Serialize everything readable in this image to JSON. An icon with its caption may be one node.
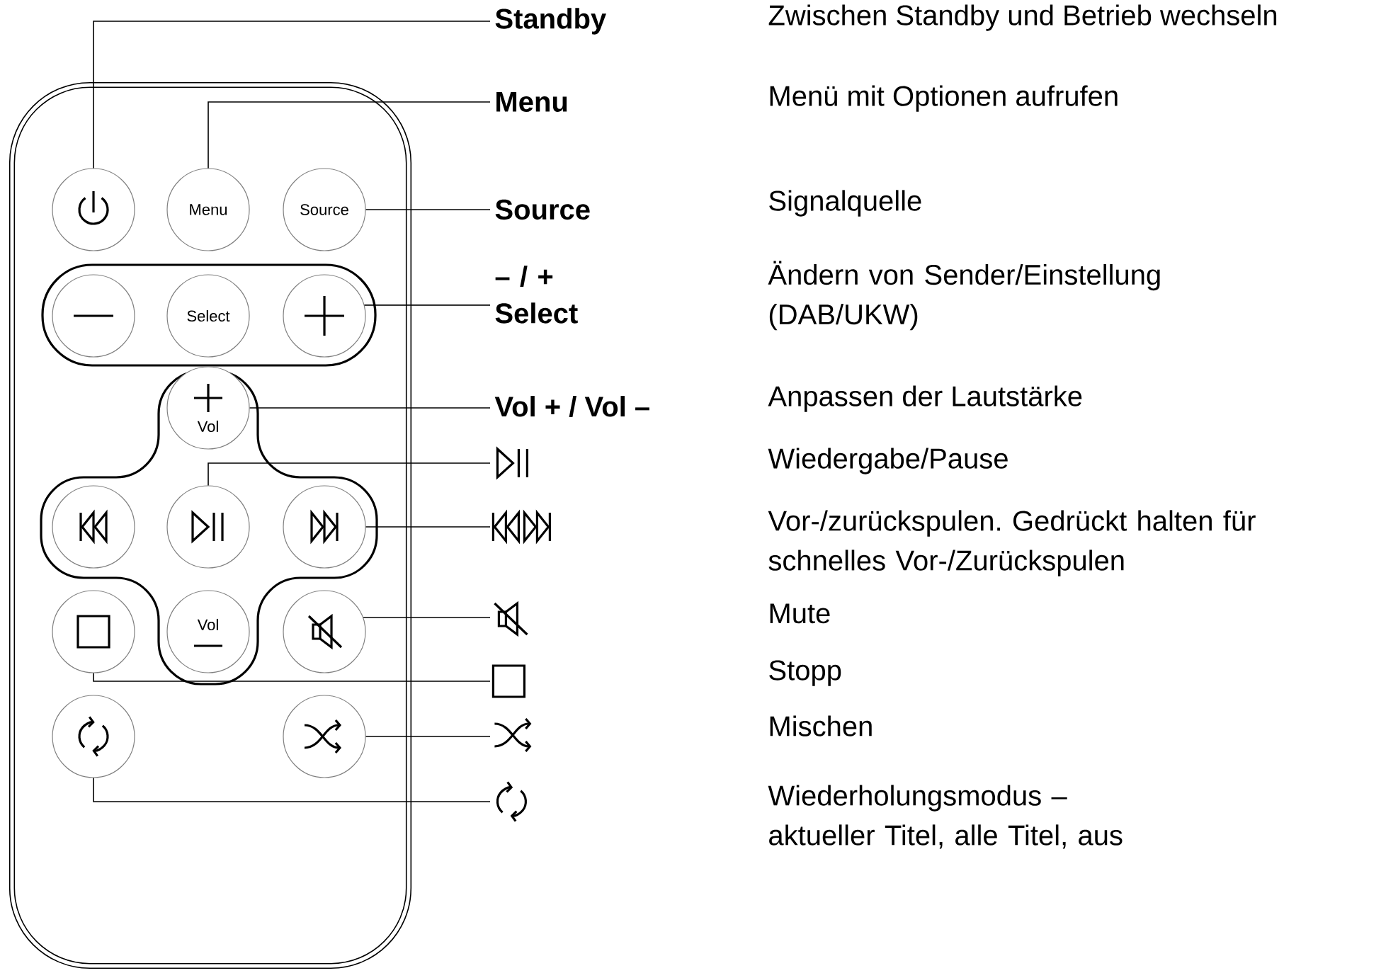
{
  "diagram": {
    "nodes": [
      {
        "text": [],
        "shape": "box"
      },
      {
        "text": [],
        "shape": "circle",
        "in": 0
      },
      {
        "text": [
          "Menu"
        ],
        "in": 0
      },
      {
        "text": [
          "Source"
        ],
        "in": 0
      },
      {
        "text": [],
        "shape": "circle",
        "in": 0
      },
      {
        "text": [
          "Select"
        ],
        "in": 0
      },
      {
        "text": [],
        "shape": "circle",
        "in": 0
      },
      {
        "text": [
          "Vol"
        ],
        "in": 0
      },
      {
        "text": [],
        "shape": "circle",
        "in": 0
      },
      {
        "text": [],
        "shape": "circle",
        "in": 0
      },
      {
        "text": [],
        "shape": "circle",
        "in": 0
      },
      {
        "text": [],
        "shape": "circle",
        "in": 0
      },
      {
        "text": [
          "Vol"
        ],
        "in": 0
      },
      {
        "text": [],
        "shape": "circle",
        "in": 0
      },
      {
        "text": [],
        "shape": "circle",
        "in": 0
      },
      {
        "text": [],
        "shape": "circle",
        "in": 0
      },
      {
        "text": [
          "Standby"
        ]
      },
      {
        "text": [
          "Menu"
        ]
      },
      {
        "text": [
          "Source"
        ]
      },
      {
        "text": [
          "– / + Select"
        ]
      },
      {
        "text": [
          "Vol + / Vol –"
        ]
      },
      {
        "text": [],
        "shape": "symbol"
      },
      {
        "text": [],
        "shape": "symbol"
      },
      {
        "text": [],
        "shape": "symbol"
      },
      {
        "text": [],
        "shape": "symbol"
      },
      {
        "text": [],
        "shape": "symbol"
      },
      {
        "text": [],
        "shape": "symbol"
      }
    ],
    "edges": [
      {
        "from": 16,
        "to": 1,
        "arrow": "none"
      },
      {
        "from": 17,
        "to": 2,
        "arrow": "none"
      },
      {
        "from": 18,
        "to": 3,
        "arrow": "none"
      },
      {
        "from": 19,
        "to": 6,
        "arrow": "none"
      },
      {
        "from": 20,
        "to": 7,
        "arrow": "none"
      },
      {
        "from": 21,
        "to": 9,
        "arrow": "none"
      },
      {
        "from": 22,
        "to": 10,
        "arrow": "none"
      },
      {
        "from": 23,
        "to": 13,
        "arrow": "none"
      },
      {
        "from": 24,
        "to": 11,
        "arrow": "none"
      },
      {
        "from": 25,
        "to": 15,
        "arrow": "none"
      },
      {
        "from": 26,
        "to": 14,
        "arrow": "none"
      }
    ],
    "labels": [
      "Zwischen Standby und Betrieb wechseln",
      "Menü mit Optionen aufrufen",
      "Signalquelle",
      "Ändern von Sender/Einstellung (DAB/UKW)",
      "Anpassen der Lautstärke",
      "Wiedergabe/Pause",
      "Vor-/zurückspulen. Gedrückt halten für schnelles Vor-/Zurückspulen",
      "Mute",
      "Stopp",
      "Mischen",
      "Wiederholungsmodus – aktueller Titel, alle Titel, aus"
    ]
  }
}
